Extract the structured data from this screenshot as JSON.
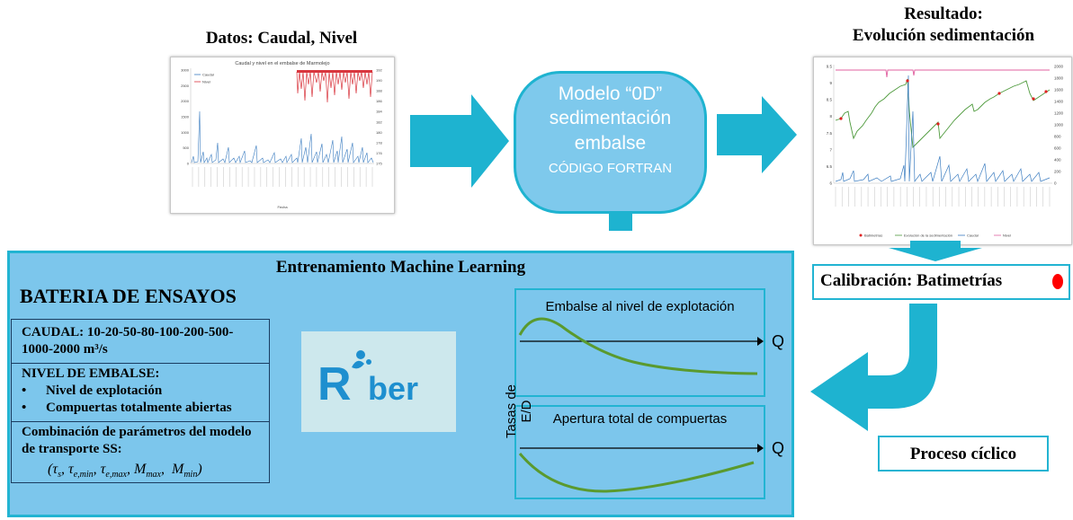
{
  "datos": {
    "title": "Datos: Caudal, Nivel",
    "chart_title": "Caudal y nivel en el embalse de Marmolejo",
    "y_left_ticks": [
      "3000",
      "2500",
      "2000",
      "1500",
      "1000",
      "500",
      "0"
    ],
    "y_right_ticks": [
      "192",
      "190",
      "188",
      "186",
      "184",
      "182",
      "180",
      "178",
      "176",
      "175"
    ],
    "legend": [
      "Caudal",
      "Nivel"
    ],
    "xlabel": "Fecha",
    "series_colors": {
      "caudal": "#3a7cc0",
      "nivel": "#d9363e"
    }
  },
  "resultado": {
    "title_line1": "Resultado:",
    "title_line2": "Evolución sedimentación",
    "y_left_ticks": [
      "9.5",
      "9",
      "8.5",
      "8",
      "7.5",
      "7",
      "6.5",
      "6"
    ],
    "y_right_ticks": [
      "2000",
      "1800",
      "1600",
      "1400",
      "1200",
      "1000",
      "800",
      "600",
      "400",
      "200",
      "0"
    ],
    "legend": [
      "Batimetrías",
      "Evolución de la sedimentación",
      "Caudal",
      "Nivel"
    ],
    "series_colors": {
      "batimetrias": "#e02020",
      "evolucion": "#4e9a3c",
      "caudal": "#3a7cc0",
      "nivel": "#e060a0"
    }
  },
  "modelo": {
    "line1": "Modelo “0D”",
    "line2": "sedimentación",
    "line3": "embalse",
    "line4": "CÓDIGO FORTRAN"
  },
  "ml": {
    "title": "Entrenamiento Machine Learning",
    "bateria_title": "BATERIA DE ENSAYOS",
    "caudal_line1": "CAUDAL: 10-20-50-80-100-200-500-",
    "caudal_line2": "1000-2000 m³/s",
    "nivel_title": "NIVEL DE EMBALSE:",
    "nivel_items": [
      "Nivel de explotación",
      "Compuertas totalmente abiertas"
    ],
    "combinacion_line1": "Combinación de parámetros del modelo",
    "combinacion_line2": "de transporte SS:",
    "logo_text": "Riber",
    "curve1_title": "Embalse al nivel de explotación",
    "curve2_title": "Apertura total de compuertas",
    "axis_q": "Q",
    "axis_tasas": "Tasas de E/D"
  },
  "calibracion": {
    "label": "Calibración: Batimetrías"
  },
  "proceso": {
    "label": "Proceso cíclico"
  },
  "colors": {
    "accent": "#1eb3d0",
    "panel_fill": "#7cc6ec",
    "curve": "#5a9a2e"
  }
}
